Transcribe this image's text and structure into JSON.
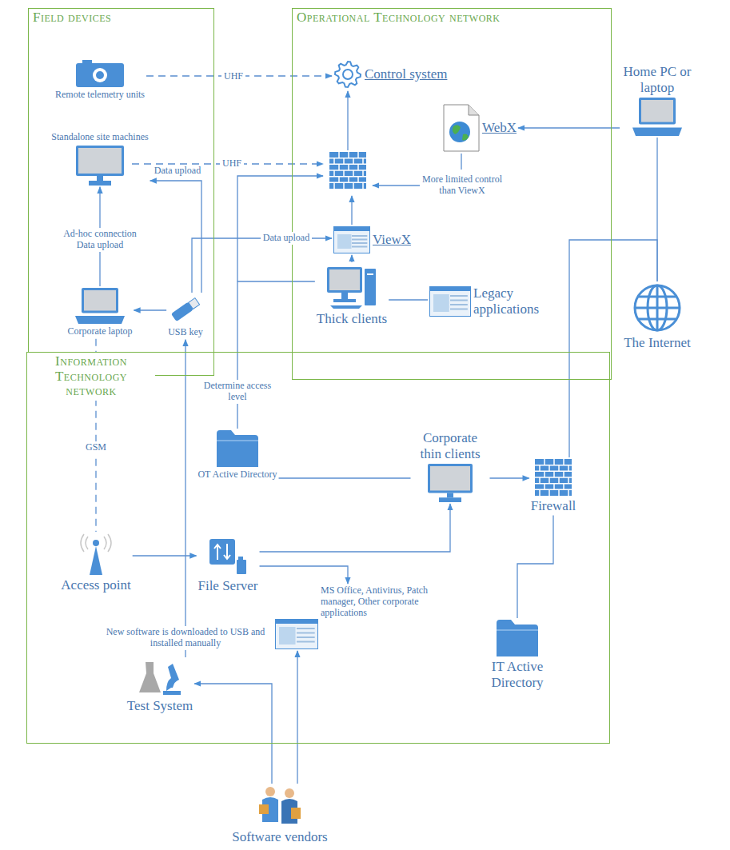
{
  "diagram": {
    "nodes": [
      {
        "text": [
          "Field devices"
        ]
      },
      {
        "text": [
          "Operational Technology network"
        ]
      },
      {
        "text": [
          "Information Technology network"
        ]
      },
      {
        "text": [
          "Remote telemetry units"
        ],
        "in": 0
      },
      {
        "text": [
          "Standalone site machines"
        ],
        "in": 0
      },
      {
        "text": [
          "Corporate laptop"
        ],
        "in": 0
      },
      {
        "text": [
          "USB key"
        ],
        "in": 0
      },
      {
        "text": [
          "Control system"
        ],
        "in": 1
      },
      {
        "text": [
          "WebX"
        ],
        "in": 1
      },
      {
        "text": [
          "ViewX"
        ],
        "in": 1
      },
      {
        "text": [
          "Thick clients"
        ],
        "in": 1
      },
      {
        "text": [
          "Legacy applications"
        ],
        "in": 1
      },
      {
        "text": [
          "Home PC or laptop"
        ]
      },
      {
        "text": [
          "The Internet"
        ]
      },
      {
        "text": [
          "OT Active Directory"
        ],
        "in": 2
      },
      {
        "text": [
          "Corporate thin clients"
        ],
        "in": 2
      },
      {
        "text": [
          "Firewall"
        ],
        "in": 2
      },
      {
        "text": [
          "Access point"
        ],
        "in": 2
      },
      {
        "text": [
          "File Server"
        ],
        "in": 2
      },
      {
        "text": [
          "MS Office, Antivirus, Patch manager, Other corporate applications"
        ],
        "in": 2
      },
      {
        "text": [
          "IT Active Directory"
        ],
        "in": 2
      },
      {
        "text": [
          "Test System"
        ],
        "in": 2
      },
      {
        "text": [
          "Software vendors"
        ]
      }
    ],
    "edges": [
      {
        "from": 3,
        "to": 7,
        "arrow": "to",
        "label": "UHF"
      },
      {
        "from": 5,
        "to": 4,
        "arrow": "to",
        "label": "Ad-hoc connection Data upload"
      },
      {
        "from": 6,
        "to": 4,
        "arrow": "to",
        "label": "Data upload"
      },
      {
        "from": 6,
        "to": 9,
        "arrow": "to",
        "label": "Data upload"
      },
      {
        "from": 6,
        "to": 5,
        "arrow": "to"
      },
      {
        "from": 10,
        "to": 9,
        "arrow": "to"
      },
      {
        "from": 10,
        "to": 11,
        "arrow": "none"
      },
      {
        "from": 12,
        "to": 8,
        "arrow": "to"
      },
      {
        "from": 13,
        "to": 12,
        "arrow": "none"
      },
      {
        "from": 16,
        "to": 13,
        "arrow": "none"
      },
      {
        "from": 15,
        "to": 16,
        "arrow": "to"
      },
      {
        "from": 14,
        "to": 15,
        "arrow": "none"
      },
      {
        "from": 14,
        "to": 10,
        "arrow": "none",
        "label": "Determine access level"
      },
      {
        "from": 5,
        "to": 17,
        "arrow": "none",
        "label": "GSM"
      },
      {
        "from": 17,
        "to": 18,
        "arrow": "to"
      },
      {
        "from": 18,
        "to": 15,
        "arrow": "to"
      },
      {
        "from": 18,
        "to": 19,
        "arrow": "to"
      },
      {
        "from": 20,
        "to": 16,
        "arrow": "none"
      },
      {
        "from": 21,
        "to": 6,
        "arrow": "to",
        "label": "New software is downloaded to USB and installed manually"
      },
      {
        "from": 22,
        "to": 21,
        "arrow": "to"
      },
      {
        "from": 22,
        "to": 19,
        "arrow": "to"
      }
    ],
    "labels": [
      "UHF",
      "More limited control than ViewX"
    ]
  }
}
